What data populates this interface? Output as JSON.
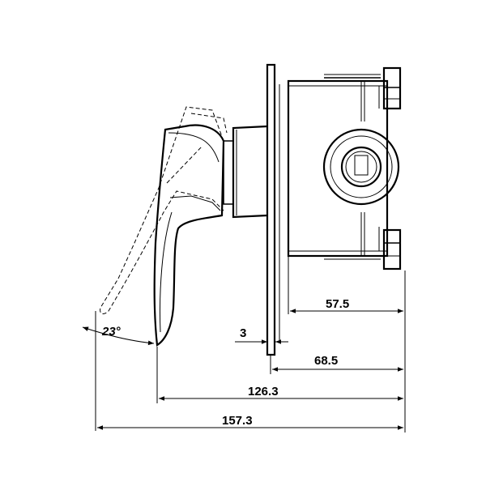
{
  "dimensions": {
    "d_57_5": "57.5",
    "d_3": "3",
    "d_68_5": "68.5",
    "d_126_3": "126.3",
    "d_157_3": "157.3"
  },
  "angle": {
    "label": "23°"
  }
}
